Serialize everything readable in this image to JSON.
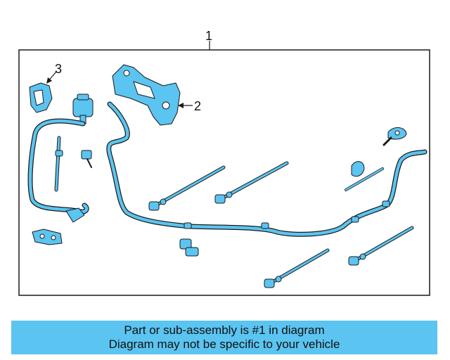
{
  "callouts": {
    "c1": "1",
    "c2": "2",
    "c3": "3"
  },
  "banner": {
    "line1": "Part or sub-assembly is #1 in diagram",
    "line2": "Diagram may not be specific to your vehicle"
  },
  "colors": {
    "part_fill": "#5bc4f1",
    "outline": "#1a1a1a",
    "banner_bg": "#5bc4f1"
  }
}
